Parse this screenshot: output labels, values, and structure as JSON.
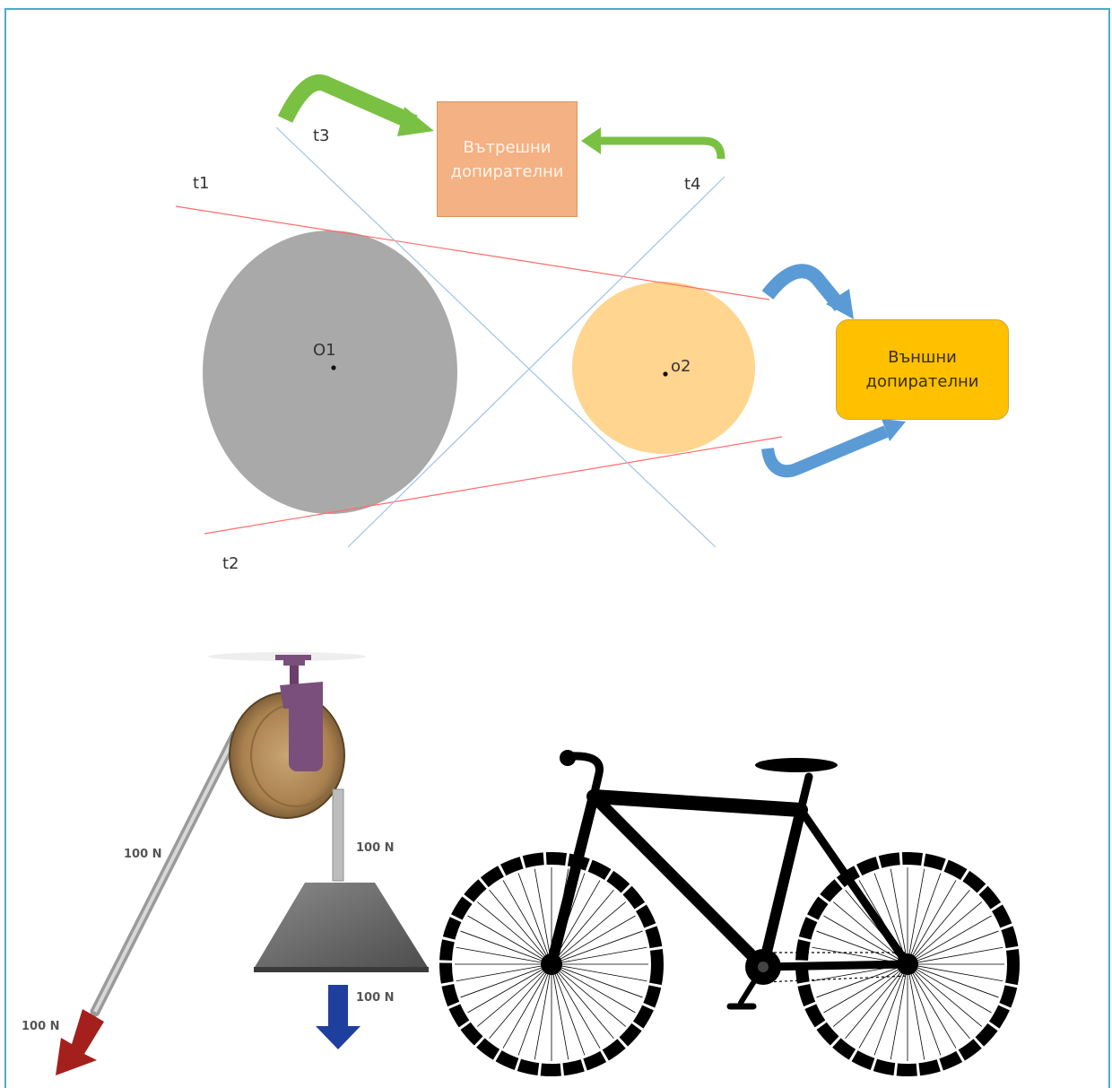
{
  "tangent_labels": {
    "t1": "t1",
    "t2": "t2",
    "t3": "t3",
    "t4": "t4"
  },
  "center_labels": {
    "o1": "O1",
    "o2": "o2"
  },
  "boxes": {
    "internal": {
      "line1": "Вътрешни",
      "line2": "допирателни"
    },
    "external": {
      "line1": "Външни",
      "line2": "допирателни"
    }
  },
  "pulley": {
    "rope_left": "100 N",
    "rope_right": "100 N",
    "weight_force": "100 N",
    "pull_force": "100 N"
  },
  "colors": {
    "frame": "#4bacc6",
    "big_circle": "#a9a9a9",
    "small_circle": "#ffd58f",
    "external_tangent": "#ff6b6b",
    "internal_tangent": "#9dc3e6",
    "green_arrow": "#7ac143",
    "blue_arrow": "#5b9bd5",
    "internal_box": "#f4b183",
    "external_box": "#ffc000"
  },
  "icons": [
    "pulley-illustration",
    "bicycle-silhouette"
  ]
}
